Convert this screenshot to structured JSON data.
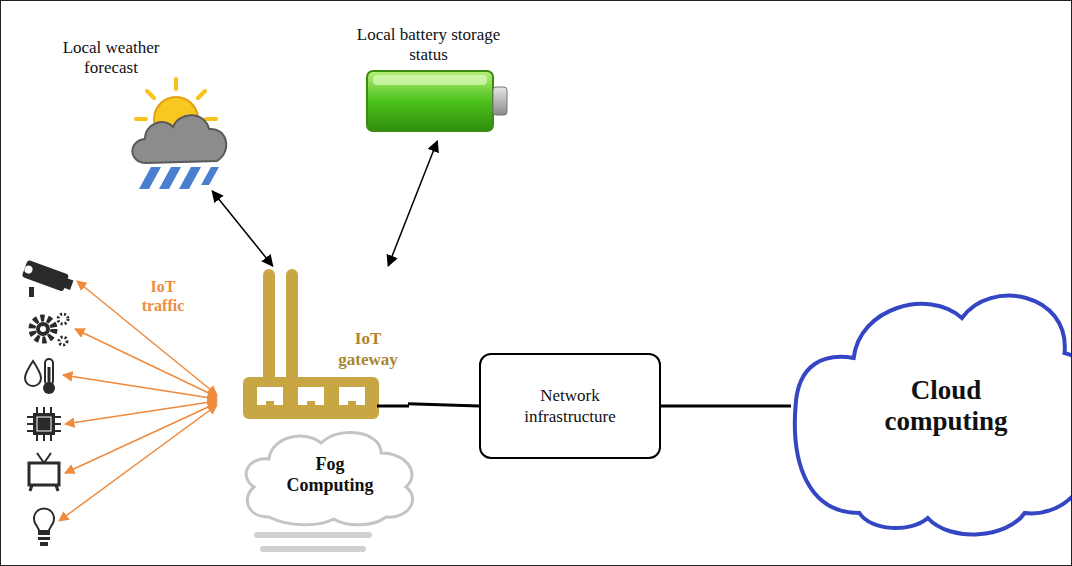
{
  "diagram": {
    "nodes": [
      {
        "text": [
          "Local weather forecast"
        ]
      },
      {
        "text": [
          "Local battery storage status"
        ]
      },
      {
        "text": [
          "IoT gateway"
        ]
      },
      {
        "text": [
          "Fog Computing"
        ]
      },
      {
        "text": [
          "Network infrastructure"
        ]
      },
      {
        "text": [
          "Cloud computing"
        ]
      }
    ],
    "edges": [
      {
        "from": 0,
        "to": 2,
        "arrow": "both"
      },
      {
        "from": 1,
        "to": 2,
        "arrow": "both"
      },
      {
        "from": 2,
        "to": 4,
        "arrow": "none"
      },
      {
        "from": 4,
        "to": 5,
        "arrow": "none"
      }
    ],
    "labels": [
      "IoT traffic"
    ]
  }
}
